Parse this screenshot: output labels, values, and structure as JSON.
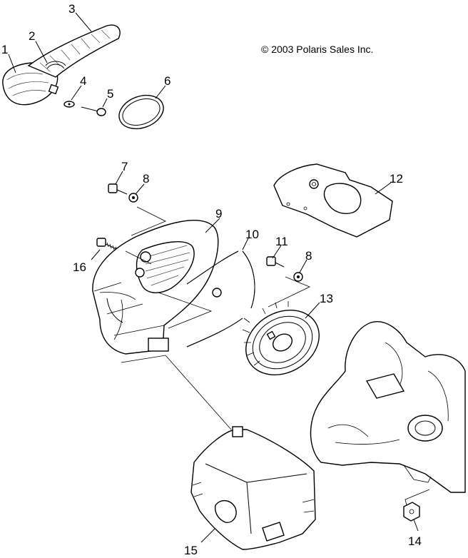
{
  "copyright": "© 2003 Polaris Sales Inc.",
  "callouts": [
    "1",
    "2",
    "3",
    "4",
    "5",
    "6",
    "7",
    "8",
    "9",
    "10",
    "11",
    "8",
    "12",
    "13",
    "14",
    "15",
    "16"
  ]
}
